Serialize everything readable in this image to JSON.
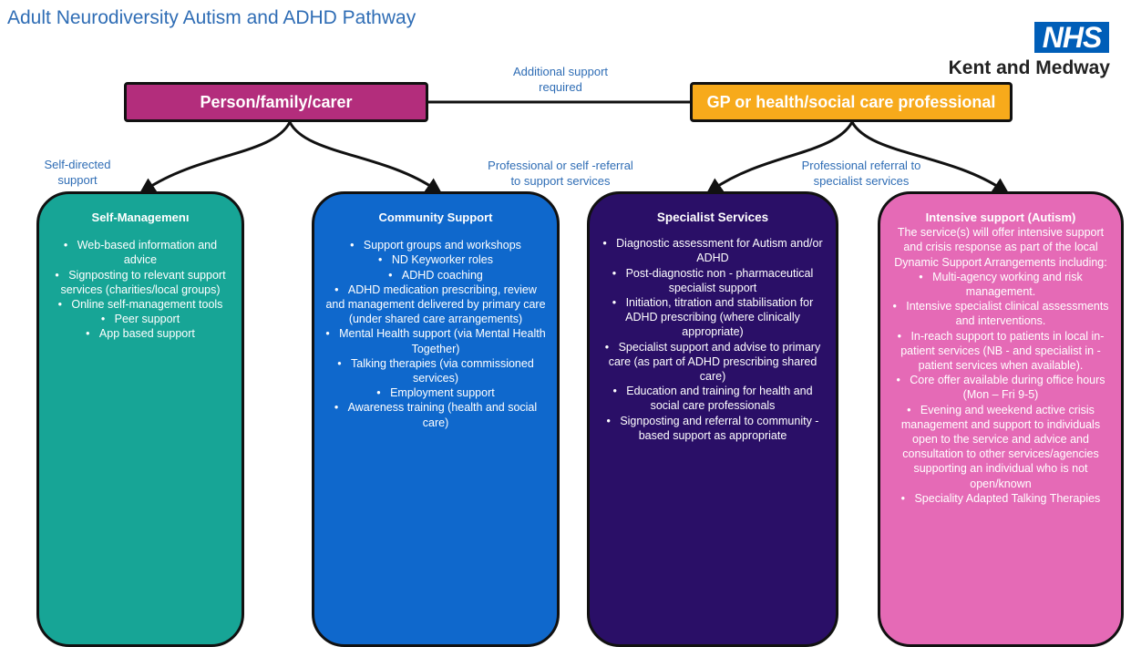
{
  "page": {
    "title": "Adult Neurodiversity Autism and ADHD Pathway",
    "logo": {
      "badge": "NHS",
      "region": "Kent and Medway"
    }
  },
  "colors": {
    "person": "#b32d7c",
    "gp": "#f7aa1b",
    "self_management": "#17a596",
    "community": "#0f68cc",
    "specialist": "#2a0f67",
    "intensive": "#e56ab6",
    "label_text": "#2f6db5"
  },
  "top_nodes": {
    "person": "Person/family/carer",
    "gp": "GP or health/social care professional"
  },
  "labels": {
    "additional_support": [
      "Additional support",
      "required"
    ],
    "self_directed": [
      "Self-directed",
      "support"
    ],
    "professional_or_self": [
      "Professional or self -referral",
      "to support services"
    ],
    "professional_referral": [
      "Professional referral to",
      "specialist services"
    ]
  },
  "columns": [
    {
      "title": "Self-Managemenı",
      "items": [
        "Web-based information and advice",
        "Signposting to relevant support services (charities/local groups)",
        "Online self-management tools",
        "Peer support",
        "App based support"
      ]
    },
    {
      "title": "Community Support",
      "items": [
        "Support groups and workshops",
        "ND Keyworker roles",
        "ADHD coaching",
        "ADHD medication prescribing, review and management delivered by primary care (under shared care arrangements)",
        "Mental Health support (via Mental Health Together)",
        "Talking therapies (via commissioned services)",
        "Employment support",
        "Awareness training (health and social care)"
      ]
    },
    {
      "title": "Specialist Services",
      "items": [
        "Diagnostic assessment for Autism and/or ADHD",
        "Post-diagnostic non - pharmaceutical specialist support",
        "Initiation, titration and stabilisation for ADHD prescribing (where clinically appropriate)",
        "Specialist support and advise to primary care (as part of ADHD prescribing shared care)",
        "Education and training for health and social care professionals",
        "Signposting and referral to community -based support as appropriate"
      ]
    },
    {
      "title": "Intensive support (Autism)",
      "intro": "The service(s) will offer intensive support and crisis response as part of the local Dynamic Support Arrangements including:",
      "items": [
        "Multi-agency working and risk management.",
        "Intensive specialist clinical assessments and interventions.",
        "In-reach support to patients in local in-patient services (NB - and specialist in -patient services when available).",
        "Core offer available during office hours (Mon – Fri 9-5)",
        "Evening and weekend active crisis management and support to individuals open to the service and advice and consultation to other services/agencies supporting an individual who is not open/known",
        "Speciality Adapted  Talking Therapies"
      ]
    }
  ]
}
